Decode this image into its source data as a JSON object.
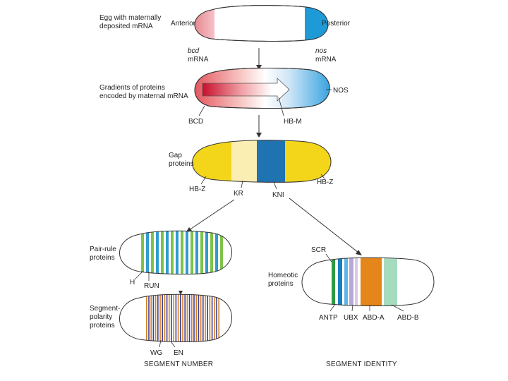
{
  "egg": {
    "title_line1": "Egg with maternally",
    "title_line2": "deposited mRNA",
    "anterior": "Anterior",
    "posterior": "Posterior",
    "bcd_line1": "bcd",
    "bcd_line2": "mRNA",
    "nos_line1": "nos",
    "nos_line2": "mRNA"
  },
  "gradients": {
    "title_line1": "Gradients of proteins",
    "title_line2": "encoded by maternal mRNA",
    "nos_label": "NOS",
    "bcd_label": "BCD",
    "hbm_label": "HB-M"
  },
  "gap": {
    "title_line1": "Gap",
    "title_line2": "proteins",
    "hbz_left": "HB-Z",
    "kr": "KR",
    "kni": "KNI",
    "hbz_right": "HB-Z"
  },
  "pair_rule": {
    "title_line1": "Pair-rule",
    "title_line2": "proteins",
    "h": "H",
    "run": "RUN"
  },
  "segment_polarity": {
    "title_line1": "Segment-",
    "title_line2": "polarity",
    "title_line3": "proteins",
    "wg": "WG",
    "en": "EN",
    "caption": "SEGMENT NUMBER"
  },
  "homeotic": {
    "title_line1": "Homeotic",
    "title_line2": "proteins",
    "scr": "SCR",
    "antp": "ANTP",
    "ubx": "UBX",
    "abda": "ABD-A",
    "abdb": "ABD-B",
    "caption": "SEGMENT IDENTITY"
  },
  "colors": {
    "bcd_pink": "#e98a92",
    "nos_blue": "#1e9ad6",
    "gap_yellow": "#f3d51a",
    "gap_pale": "#fbeeb2",
    "gap_blue": "#1f73b0",
    "pair_green": "#7ec24a",
    "pair_blue": "#2f9bd2",
    "wg_orange": "#d7801f",
    "en_navy": "#3a3f9a",
    "antp_green": "#2f9b3f",
    "ubx_lilac": "#b9a8d6",
    "abda_orange": "#e5861a",
    "abdb_mint": "#a6dbbf"
  }
}
